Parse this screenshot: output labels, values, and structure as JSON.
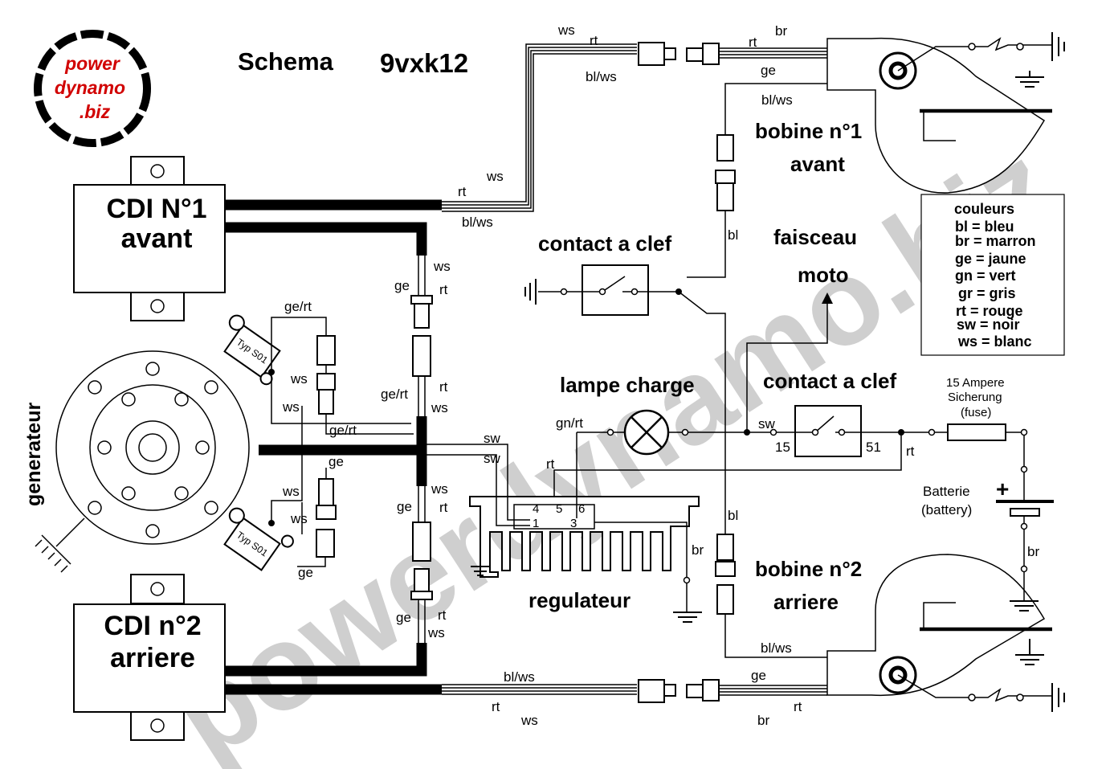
{
  "title": {
    "schema": "Schema",
    "model": "9vxk12"
  },
  "logo": {
    "line1": "power",
    "line2": "dynamo",
    "line3": ".biz"
  },
  "watermark": "powerdynamo.biz",
  "components": {
    "cdi1": {
      "line1": "CDI N°1",
      "line2": "avant"
    },
    "cdi2": {
      "line1": "CDI n°2",
      "line2": "arriere"
    },
    "generator": "generateur",
    "bobine1": {
      "line1": "bobine n°1",
      "line2": "avant"
    },
    "bobine2": {
      "line1": "bobine n°2",
      "line2": "arriere"
    },
    "contact_key_top": "contact a clef",
    "contact_key_mid": "contact a clef",
    "faisceau": {
      "line1": "faisceau",
      "line2": "moto"
    },
    "lampe": "lampe charge",
    "regulateur": "regulateur",
    "fuse": {
      "line1": "15 Ampere",
      "line2": "Sicherung",
      "line3": "(fuse)"
    },
    "battery": {
      "line1": "Batterie",
      "line2": "(battery)",
      "plus": "+"
    },
    "pickup_type": "Typ S01"
  },
  "legend": {
    "title": "couleurs",
    "items": [
      "bl = bleu",
      "br = marron",
      "ge = jaune",
      "gn = vert",
      "gr = gris",
      "rt = rouge",
      "sw = noir",
      "ws = blanc"
    ]
  },
  "wire_labels": {
    "ws": "ws",
    "rt": "rt",
    "blws": "bl/ws",
    "br": "br",
    "ge": "ge",
    "bl": "bl",
    "gert": "ge/rt",
    "sw": "sw",
    "gnrt": "gn/rt",
    "t15": "15",
    "t51": "51",
    "r4": "4",
    "r5": "5",
    "r6": "6",
    "r1": "1",
    "r3": "3"
  },
  "colors": {
    "line": "#000000",
    "logo_red": "#d10000",
    "watermark": "#cfcfcf",
    "background": "#ffffff"
  }
}
